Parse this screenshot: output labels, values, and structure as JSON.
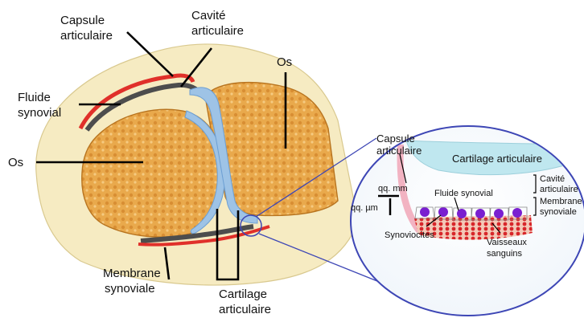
{
  "labels": {
    "capsule": [
      "Capsule",
      "articulaire"
    ],
    "cavity": [
      "Cavité",
      "articulaire"
    ],
    "fluid": [
      "Fluide",
      "synovial"
    ],
    "bone_left": "Os",
    "bone_right": "Os",
    "membrane": [
      "Membrane",
      "synoviale"
    ],
    "cartilage": [
      "Cartilage",
      "articulaire"
    ]
  },
  "inset": {
    "capsule": [
      "Capsule",
      "articulaire"
    ],
    "cartilage": "Cartilage articulaire",
    "cavity": [
      "Cavité",
      "articulaire"
    ],
    "membrane": [
      "Membrane",
      "synoviale"
    ],
    "fluid": "Fluide synovial",
    "scale_mm": "qq. mm",
    "scale_um": "qq. µm",
    "synoviocytes": "Synoviocites",
    "vessels": [
      "Vaisseaux",
      "sanguins"
    ]
  },
  "colors": {
    "bone": "#e9a94c",
    "bone_dark": "#c77a22",
    "cartilage": "#9ec3e6",
    "capsule": "#e0302a",
    "inset_border": "#3d46b5",
    "synoviocyte": "#7a1fd0"
  }
}
